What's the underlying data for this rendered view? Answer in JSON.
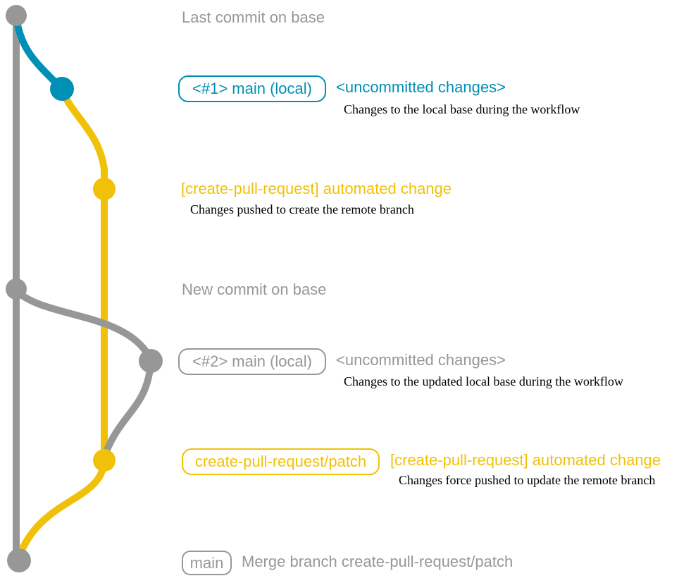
{
  "colors": {
    "gray": "#979797",
    "blue": "#008fb5",
    "yellow": "#f1c109",
    "note": "#000000"
  },
  "graph": {
    "branches": [
      {
        "name": "base",
        "color": "gray"
      },
      {
        "name": "main (local)",
        "color": "blue"
      },
      {
        "name": "create-pull-request/patch",
        "color": "yellow"
      }
    ],
    "commits": [
      {
        "id": "last-commit-on-base",
        "color": "gray",
        "label": "Last commit on base"
      },
      {
        "id": "main-local-1",
        "color": "blue",
        "label": "<#1> main (local)",
        "status": "<uncommitted changes>",
        "note": "Changes to the local base during the workflow"
      },
      {
        "id": "automated-change-1",
        "color": "yellow",
        "label": "[create-pull-request] automated change",
        "note": "Changes pushed to create the remote branch"
      },
      {
        "id": "new-commit-on-base",
        "color": "gray",
        "label": "New commit on base"
      },
      {
        "id": "main-local-2",
        "color": "gray",
        "label": "<#2> main (local)",
        "status": "<uncommitted changes>",
        "note": "Changes to the updated local base during the workflow"
      },
      {
        "id": "automated-change-2",
        "color": "yellow",
        "tag": "create-pull-request/patch",
        "label": "[create-pull-request] automated change",
        "note": "Changes force pushed to update the remote branch"
      },
      {
        "id": "merge-commit",
        "color": "gray",
        "tag": "main",
        "label": "Merge branch create-pull-request/patch"
      }
    ]
  }
}
